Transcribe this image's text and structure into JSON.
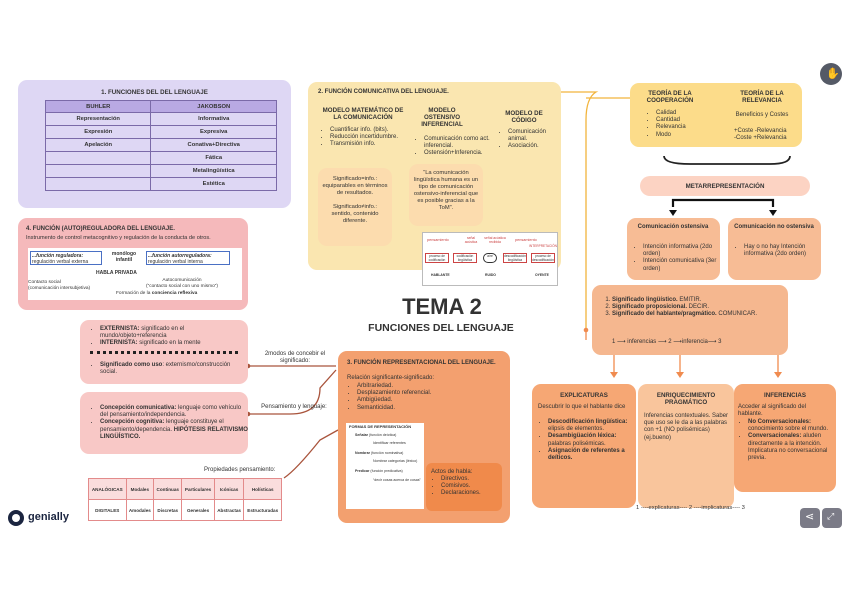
{
  "title": {
    "main": "TEMA 2",
    "sub": "FUNCIONES DEL LENGUAJE"
  },
  "box1": {
    "title": "1. FUNCIONES DEL DEL LENGUAJE",
    "headers": [
      "BUHLER",
      "JAKOBSON"
    ],
    "rows": [
      [
        "Representación",
        "Informativa"
      ],
      [
        "Expresión",
        "Expresiva"
      ],
      [
        "Apelación",
        "Conativa+Directiva"
      ],
      [
        "",
        "Fática"
      ],
      [
        "",
        "Metalingüística"
      ],
      [
        "",
        "Estética"
      ]
    ]
  },
  "box2": {
    "title": "2. FUNCIÓN COMUNICATIVA DEL LENGUAJE.",
    "col1_title": "MODELO MATEMÁTICO DE LA COMUNICACIÓN",
    "col1_items": [
      "Cuantificar info. (bits).",
      "Reducción incertidumbre.",
      "Transmisión info."
    ],
    "col1_pill": "Significado=info.: equiparables en términos de resultados.\n\nSignificado≠info.: sentido, contenido diferente.",
    "col2_title": "MODELO OSTENSIVO INFERENCIAL",
    "col2_items": [
      "Comunicación como act. inferencial.",
      "Ostensión+Inferencia."
    ],
    "col2_pill": "“La comunicación lingüística humana es un tipo de comunicación ostensivo-inferencial que es posible gracias a la ToM”.",
    "col3_title": "MODELO DE CÓDIGO",
    "col3_items": [
      "Comunicación animal.",
      "Asociación."
    ],
    "diagram": {
      "top": [
        "pensamiento",
        "señal acústica",
        "señal acústica recibida",
        "pensamiento",
        "INTERPRETACIÓN"
      ],
      "boxes": [
        "proceso de codificación",
        "codificación lingüística",
        "aire",
        "descodificación lingüística",
        "proceso de descodificación"
      ],
      "bottom": [
        "HABLANTE",
        "RUIDO",
        "OYENTE"
      ]
    }
  },
  "box4": {
    "title": "4. FUNCIÓN (AUTO)REGULADORA DEL LENGUAJE.",
    "subtitle": "Instrumento de control metacognitivo y regulación de la conducta de otros.",
    "reg_title": "...función reguladora:",
    "reg_text": "regulación verbal externa",
    "mono_title": "monólogo infantil",
    "auto_title": "...función autorreguladora:",
    "auto_text": "regulación verbal interna",
    "habla": "HABLA PRIVADA",
    "social": "Contacto social\n(comunicación intersubjetiva)",
    "autocom": "Autocomunicación\n(“contacto social con uno mismo”)",
    "formacion": "Formación de la ",
    "formacion_b": "conciencia reflexiva"
  },
  "ext": {
    "items": [
      {
        "bold": "EXTERNISTA:",
        "text": " significado en el mundo/objeto+referencia"
      },
      {
        "bold": "INTERNISTA:",
        "text": " significado en la mente"
      },
      {
        "bold": "Significado como uso",
        "text": ": externismo/construcción social."
      }
    ],
    "label": "2modos de concebir el significado:"
  },
  "con": {
    "items": [
      {
        "bold": "Concepción comunicativa:",
        "text": " lenguaje como vehículo del pensamiento/independencia."
      },
      {
        "bold": "Concepción cognitiva:",
        "text": " lenguaje constituye el pensamiento/dependencia. ",
        "bold2": "HIPÓTESIS RELATIVISMO LINGÜÍSTICO."
      }
    ],
    "label": "Pensamiento y lenguaje:"
  },
  "props": {
    "label": "Propiedades pensamiento:",
    "row1": [
      "ANALÓGICAS",
      "Modales",
      "Continuas",
      "Particulares",
      "Icónicas",
      "Holísticas"
    ],
    "row2": [
      "DIGITALES",
      "Amodales",
      "Discretas",
      "Generales",
      "Abstractas",
      "Estructuradas"
    ]
  },
  "box3": {
    "title": "3. FUNCIÓN REPRESENTACIONAL DEL LENGUAJE.",
    "intro": "Relación significante-significado:",
    "items": [
      "Arbitrariedad.",
      "Desplazamiento referencial.",
      "Ambigüedad.",
      "Semanticidad."
    ],
    "mini_title": "FORMAS DE REPRESENTACIÓN",
    "mini": [
      {
        "b": "Señalar",
        "t": "(función deíctica)"
      },
      {
        "b": "",
        "t": "Identificar referentes"
      },
      {
        "b": "Nombrar",
        "t": "(función nominativa)"
      },
      {
        "b": "",
        "t": "Nombrar categorías (léxico)"
      },
      {
        "b": "Predicar",
        "t": "(función predicativa)"
      },
      {
        "b": "",
        "t": "“decir cosas acerca de cosas”"
      }
    ],
    "actos_title": "Actos de habla:",
    "actos": [
      "Directivos.",
      "Comisivos.",
      "Declaraciones."
    ]
  },
  "coop": {
    "title1": "TEORÍA DE LA COOPERACIÓN",
    "items1": [
      "Calidad",
      "Cantidad",
      "Relevancia",
      "Modo"
    ],
    "title2": "TEORÍA DE LA RELEVANCIA",
    "sub2": "Beneficios y Costes",
    "items2": [
      "+Coste -Relevancia",
      "-Coste +Relevancia"
    ]
  },
  "meta": "METARREPRESENTACIÓN",
  "com1": {
    "title": "Comunicación ostensiva",
    "items": [
      "Intención informativa (2do orden)",
      "Intención comunicativa (3er orden)"
    ]
  },
  "com2": {
    "title": "Comunicación no ostensiva",
    "items": [
      "Hay o no hay Intención informativa (2do orden)"
    ]
  },
  "sig": {
    "items": [
      {
        "b": "Significado lingüístico.",
        "t": " EMITIR."
      },
      {
        "b": "Significado proposicional.",
        "t": " DECIR."
      },
      {
        "b": "Significado del hablante/pragmático.",
        "t": " COMUNICAR."
      }
    ],
    "flow": [
      "1",
      "inferencias",
      "2",
      "inferencia",
      "3"
    ]
  },
  "exp": {
    "title": "EXPLICATURAS",
    "intro": "Descubrir lo que el hablante dice",
    "items": [
      {
        "b": "Descodificación lingüística:",
        "t": " elipsis de elementos."
      },
      {
        "b": "Desambigüación léxica:",
        "t": " palabras polisémicas."
      },
      {
        "b": "Asignación de referentes a deíticos.",
        "t": ""
      }
    ]
  },
  "enr": {
    "title": "ENRIQUECIMIENTO PRAGMÁTICO",
    "text": "Inferencias contextuales. Saber que uso se le da a las palabras con +1 (NO polisémicas) (ej.bueno)"
  },
  "inf": {
    "title": "INFERENCIAS",
    "intro": "Acceder al significado del hablante.",
    "items": [
      {
        "b": "No Conversacionales:",
        "t": " conocimiento sobre el mundo."
      },
      {
        "b": "Conversacionales:",
        "t": " aluden directamente a la intención. Implicatura no conversacional previa."
      }
    ]
  },
  "footer_flow": "1 ----explicaturas---- 2 ----implicaturas---- 3",
  "brand": "genially"
}
